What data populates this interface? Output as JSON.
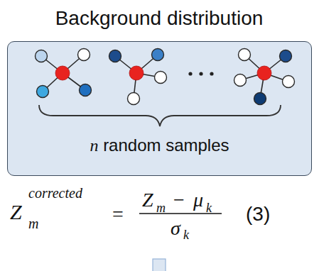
{
  "diagram": {
    "title": "Background distribution",
    "nodes": [
      {
        "text": [
          "n random samples"
        ]
      }
    ],
    "edges": [],
    "labels": [
      "Z",
      "corrected",
      "m",
      "=",
      "Z",
      "m",
      "−",
      "μ",
      "k",
      "σ",
      "k",
      "(3)"
    ]
  }
}
